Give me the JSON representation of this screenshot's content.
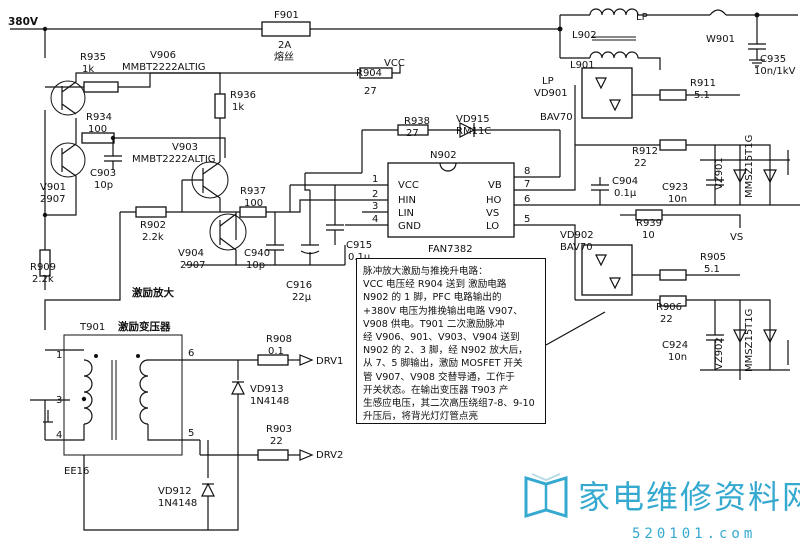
{
  "labels": {
    "v380": "380V",
    "f901": "F901",
    "f901_val": "2A",
    "f901_type": "熔丝",
    "lp_top": "LP",
    "l902": "L902",
    "l901": "L901",
    "w901": "W901",
    "c935": "C935",
    "c935_val": "10n/1kV",
    "r935": "R935",
    "r935_val": "1k",
    "v906": "V906",
    "v906_part": "MMBT2222ALTIG",
    "r904": "R904",
    "r904_val": "27",
    "vcc": "VCC",
    "r936": "R936",
    "r936_val": "1k",
    "r934": "R934",
    "r934_val": "100",
    "v903": "V903",
    "v903_part": "MMBT2222ALTIG",
    "c903": "C903",
    "c903_val": "10p",
    "v901": "V901",
    "v901_val": "2907",
    "r938": "R938",
    "r938_val": "27",
    "vd915": "VD915",
    "vd915_part": "RM11C",
    "lp_mid": "LP",
    "vd901": "VD901",
    "bav70_top": "BAV70",
    "r911": "R911",
    "r911_val": "5.1",
    "r912": "R912",
    "r912_val": "22",
    "c923": "C923",
    "c923_val": "10n",
    "vz901": "VZ901",
    "mmsz_top": "MMSZ15T1G",
    "n902": "N902",
    "pin1": "1",
    "pin2": "2",
    "pin3": "3",
    "pin4": "4",
    "pin8": "8",
    "pin7": "7",
    "pin6": "6",
    "pin5": "5",
    "ic_vcc": "VCC",
    "ic_hin": "HIN",
    "ic_lin": "LIN",
    "ic_gnd": "GND",
    "ic_vb": "VB",
    "ic_ho": "HO",
    "ic_vs": "VS",
    "ic_lo": "LO",
    "ic_name": "FAN7382",
    "c904": "C904",
    "c904_val": "0.1µ",
    "r937": "R937",
    "r937_val": "100",
    "r939": "R939",
    "r939_val": "10",
    "vs": "VS",
    "r902": "R902",
    "r902_val": "2.2k",
    "v904": "V904",
    "v904_val": "2907",
    "c940": "C940",
    "c940_val": "10p",
    "c916": "C916",
    "c916_val": "22µ",
    "c915": "C915",
    "c915_val": "0.1µ",
    "vd902": "VD902",
    "bav70_bot": "BAV70",
    "r905": "R905",
    "r905_val": "5.1",
    "r906": "R906",
    "r906_val": "22",
    "c924": "C924",
    "c924_val": "10n",
    "vz902": "VZ902",
    "mmsz_bot": "MMSZ15T1G",
    "r909": "R909",
    "r909_val": "2.2k",
    "excite_amp": "激励放大",
    "t901": "T901",
    "t901_name": "激励变压器",
    "t_pin1": "1",
    "t_pin3": "3",
    "t_pin4": "4",
    "t_pin6": "6",
    "t_pin5": "5",
    "r908": "R908",
    "r908_val": "0.1",
    "drv1": "DRV1",
    "vd913": "VD913",
    "vd913_part": "1N4148",
    "r903": "R903",
    "r903_val": "22",
    "drv2": "DRV2",
    "ee16": "EE16",
    "vd912": "VD912",
    "vd912_part": "1N4148"
  },
  "note": {
    "lines": [
      "脉冲放大激励与推挽升电路：",
      "VCC 电压经 R904 送到 激励电路",
      "N902 的 1 脚，PFC 电路输出的",
      "+380V 电压为推挽输出电路 V907、",
      "V908 供电。T901 二次激励脉冲",
      "经 V906、901、V903、V904 送到",
      "N902 的 2、3 脚，经 N902 放大后，",
      "从 7、5 脚输出，激励 MOSFET 开关",
      "管 V907、V908 交替导通，工作于",
      "开关状态。在输出变压器 T903 产",
      "生感应电压，其二次高压绕组7-8、9-10",
      "升压后，将背光灯灯管点亮"
    ]
  },
  "brand": {
    "title": "家电维修资料网",
    "url": "520101.com",
    "logo_icon": "book-logo-icon"
  }
}
